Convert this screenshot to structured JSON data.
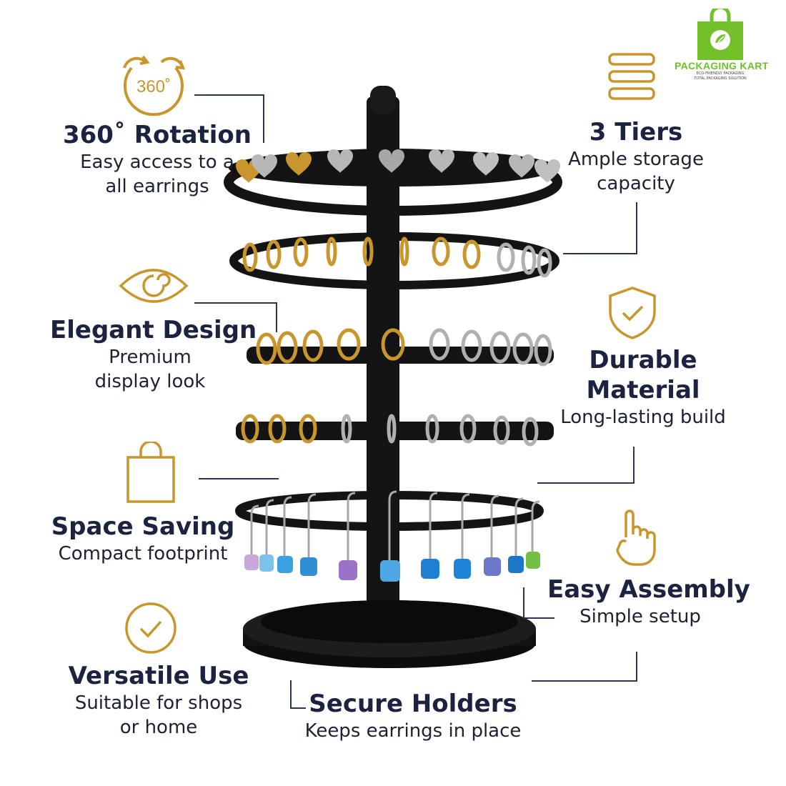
{
  "logo": {
    "brand": "PACKAGING KART",
    "tagline_1": "ECO-FRIENDLY PACKAGING",
    "tagline_2": "TOTAL PACKAGING SOLUTION",
    "bag_color": "#72c12a"
  },
  "colors": {
    "gold": "#c9962e",
    "navy": "#1b2340",
    "lines": "#2a3350"
  },
  "features": {
    "rotation": {
      "icon": "rotation-360-icon",
      "icon_text": "360˚",
      "title": "360˚ Rotation",
      "desc_1": "Easy access to a",
      "desc_2": "all earrings"
    },
    "tiers": {
      "icon": "stacked-layers-icon",
      "title": "3 Tiers",
      "desc_1": "Ample storage",
      "desc_2": "capacity"
    },
    "elegant": {
      "icon": "eye-icon",
      "title": "Elegant Design",
      "desc_1": "Premium",
      "desc_2": "display look"
    },
    "durable": {
      "icon": "shield-check-icon",
      "title_1": "Durable",
      "title_2": "Material",
      "desc_1": "Long-lasting build"
    },
    "space": {
      "icon": "shopping-bag-icon",
      "title": "Space Saving",
      "desc_1": "Compact footprint"
    },
    "assembly": {
      "icon": "hand-pointing-icon",
      "title": "Easy Assembly",
      "desc_1": "Simple setup"
    },
    "versatile": {
      "icon": "check-circle-icon",
      "title": "Versatile Use",
      "desc_1": "Suitable for shops",
      "desc_2": "or home"
    },
    "secure": {
      "title": "Secure Holders",
      "desc_1": "Keeps earrings in place"
    }
  }
}
